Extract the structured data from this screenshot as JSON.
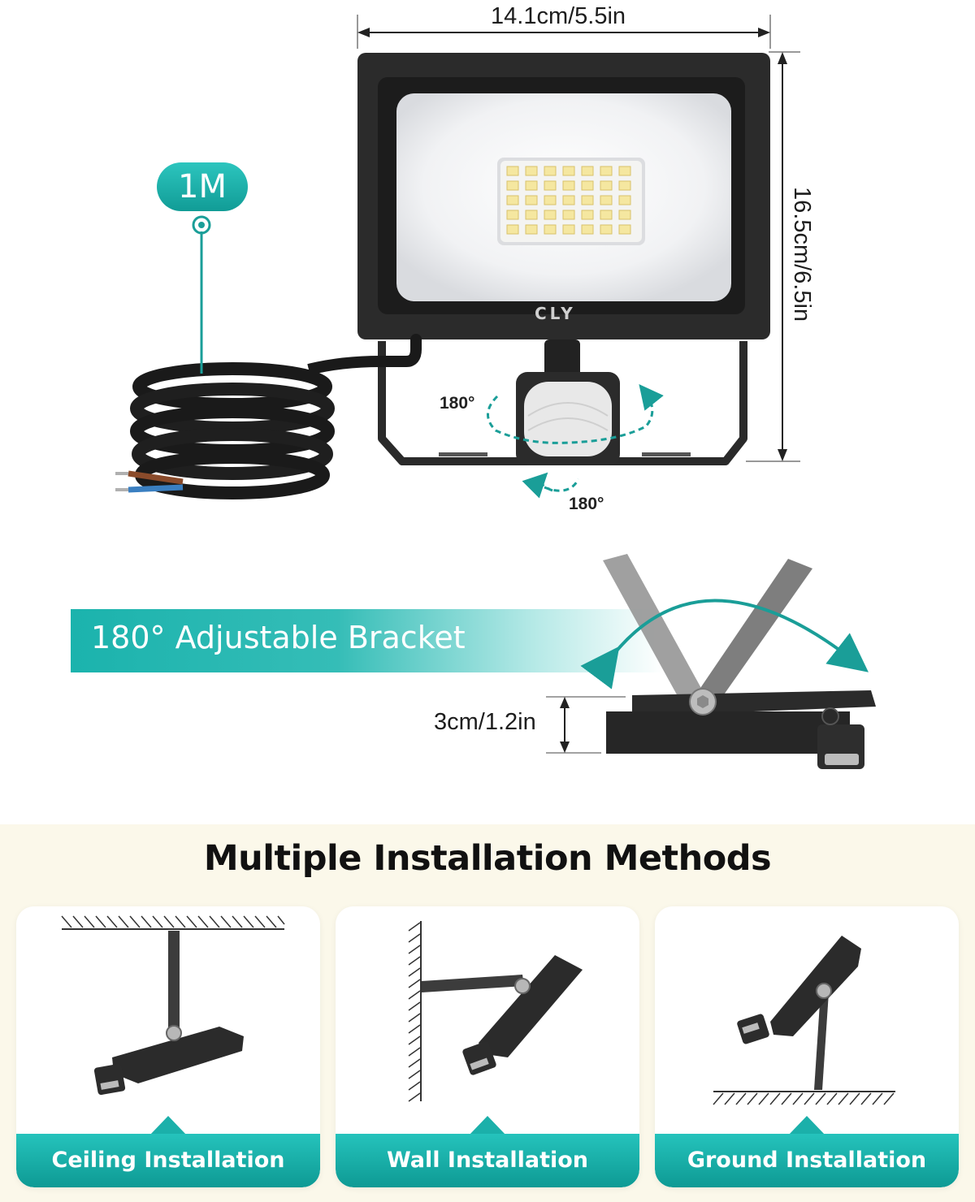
{
  "dimensions": {
    "width_label": "14.1cm/5.5in",
    "height_label": "16.5cm/6.5in",
    "cable_length_label": "1M",
    "depth_label": "3cm/1.2in"
  },
  "sensor": {
    "rotation_horizontal": "180°",
    "rotation_vertical": "180°"
  },
  "brand": {
    "logo_text": "CLY"
  },
  "bracket": {
    "label": "180° Adjustable Bracket"
  },
  "installation": {
    "title": "Multiple Installation Methods",
    "methods": [
      {
        "label": "Ceiling Installation",
        "icon": "ceiling-mount-icon"
      },
      {
        "label": "Wall Installation",
        "icon": "wall-mount-icon"
      },
      {
        "label": "Ground Installation",
        "icon": "ground-mount-icon"
      }
    ]
  },
  "colors": {
    "accent": "#1bb0aa",
    "panel_bg": "#fbf8ea",
    "housing": "#2b2b2b"
  }
}
